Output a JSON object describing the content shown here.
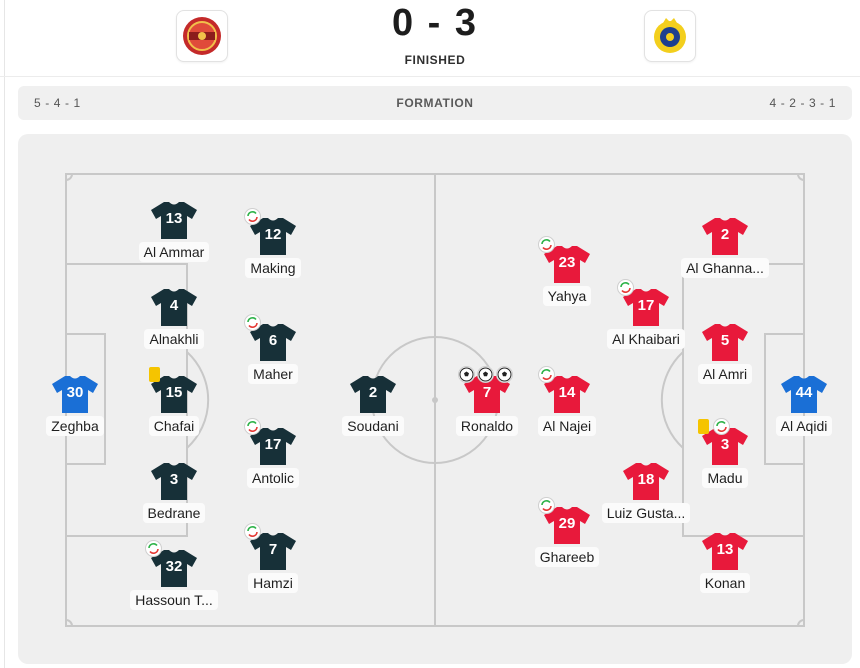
{
  "match": {
    "score": "0 - 3",
    "status": "FINISHED",
    "home_logo_icon": "damac-club-crest",
    "away_logo_icon": "al-nassr-crest"
  },
  "formation": {
    "title": "FORMATION",
    "home": "5 - 4 - 1",
    "away": "4 - 2 - 3 - 1"
  },
  "colors": {
    "home_shirt": "#173038",
    "home_keeper": "#1a6fd6",
    "away_shirt": "#e8193b",
    "away_keeper": "#1a6fd6",
    "yellow_card": "#f5c400",
    "sub_green": "#2fb34a",
    "sub_red": "#e53935",
    "pitch": "#efefef",
    "lines": "#c8c8c8"
  },
  "home_players": [
    {
      "number": "30",
      "name": "Zeghba",
      "keeper": true
    },
    {
      "number": "13",
      "name": "Al Ammar"
    },
    {
      "number": "4",
      "name": "Alnakhli"
    },
    {
      "number": "15",
      "name": "Chafai",
      "yellow": true
    },
    {
      "number": "3",
      "name": "Bedrane"
    },
    {
      "number": "32",
      "name": "Hassoun T...",
      "sub": true
    },
    {
      "number": "12",
      "name": "Making",
      "sub": true
    },
    {
      "number": "6",
      "name": "Maher",
      "sub": true
    },
    {
      "number": "17",
      "name": "Antolic",
      "sub": true
    },
    {
      "number": "7",
      "name": "Hamzi",
      "sub": true
    },
    {
      "number": "2",
      "name": "Soudani"
    }
  ],
  "away_players": [
    {
      "number": "7",
      "name": "Ronaldo",
      "goals": 3
    },
    {
      "number": "23",
      "name": "Yahya",
      "sub": true
    },
    {
      "number": "14",
      "name": "Al Najei",
      "sub": true
    },
    {
      "number": "29",
      "name": "Ghareeb",
      "sub": true
    },
    {
      "number": "17",
      "name": "Al Khaibari",
      "sub": true
    },
    {
      "number": "18",
      "name": "Luiz Gusta..."
    },
    {
      "number": "2",
      "name": "Al Ghanna..."
    },
    {
      "number": "5",
      "name": "Al Amri"
    },
    {
      "number": "3",
      "name": "Madu",
      "yellow": true,
      "sub": true
    },
    {
      "number": "13",
      "name": "Konan"
    },
    {
      "number": "44",
      "name": "Al Aqidi",
      "keeper": true
    }
  ]
}
